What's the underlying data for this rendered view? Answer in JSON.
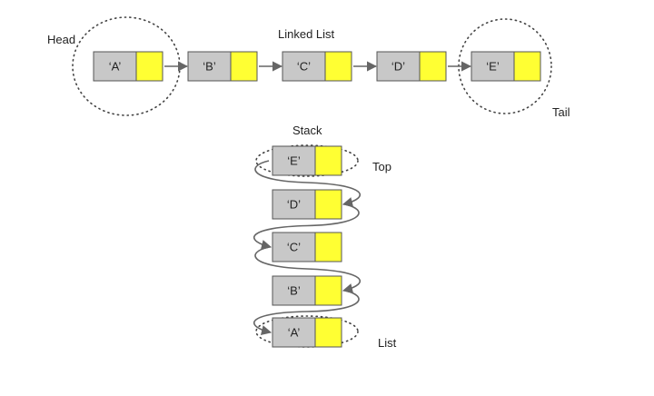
{
  "linked_list": {
    "title": "Linked List",
    "head_label": "Head",
    "tail_label": "Tail",
    "nodes": [
      "‘A’",
      "‘B’",
      "‘C’",
      "‘D’",
      "‘E’"
    ]
  },
  "stack": {
    "title": "Stack",
    "top_label": "Top",
    "bottom_label": "List",
    "nodes": [
      "‘E’",
      "‘D’",
      "‘C’",
      "‘B’",
      "‘A’"
    ]
  },
  "colors": {
    "value_cell": "#c8c8c8",
    "pointer_cell": "#ffff33",
    "outline": "#555555",
    "arrow": "#666666"
  }
}
